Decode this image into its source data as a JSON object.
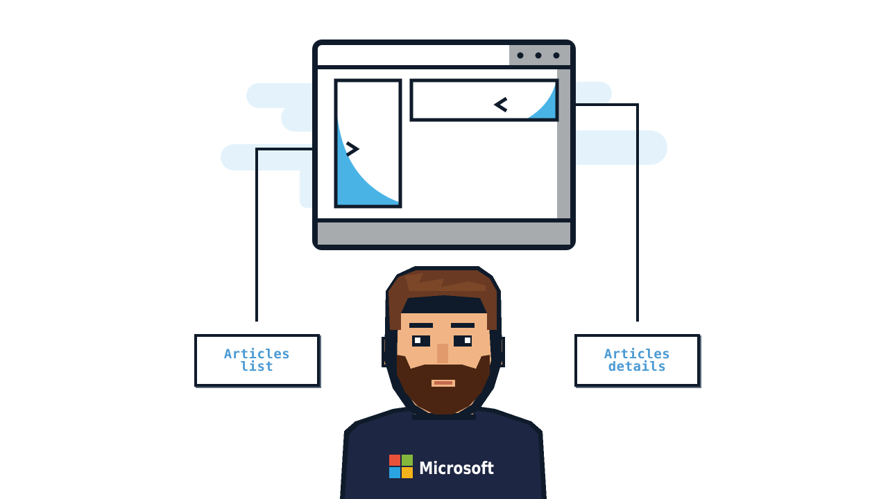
{
  "labels": {
    "articles_list": {
      "line1": "Articles",
      "line2": "list"
    },
    "articles_details": {
      "line1": "Articles",
      "line2": "details"
    }
  },
  "character": {
    "shirt_brand": "Microsoft"
  },
  "colors": {
    "outline": "#0f1b2a",
    "accent_blue": "#4ab3e6",
    "label_text": "#4a9ad4",
    "cloud": "#e4f3fb",
    "window_gray": "#a7abae",
    "shirt": "#1d2642",
    "skin": "#f1b585",
    "hair": "#6b3a22",
    "beard": "#4b2512"
  },
  "icons": [
    "window-icon",
    "dot-icon",
    "arrow-left-icon",
    "arrow-right-icon",
    "microsoft-logo-icon"
  ]
}
